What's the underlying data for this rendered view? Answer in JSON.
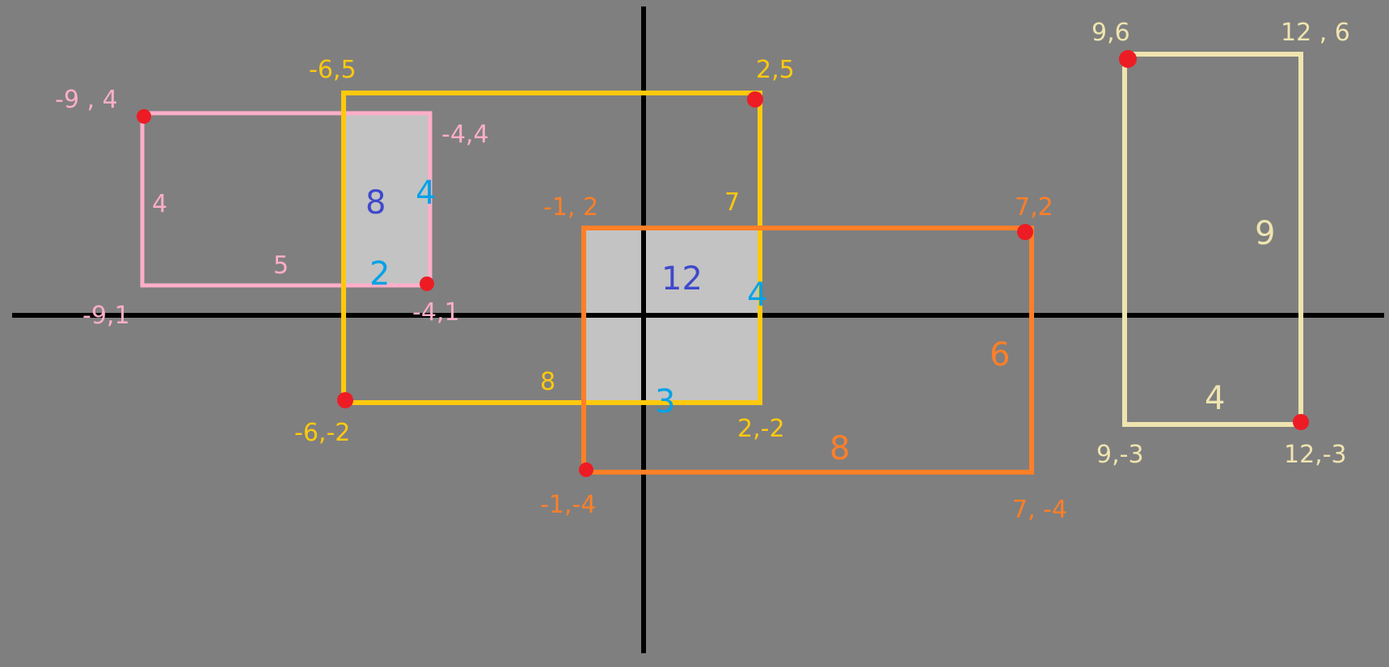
{
  "colors": {
    "background": "#7f7f7f",
    "axes": "#000000",
    "overlap_fill": "#c3c3c3",
    "pink": "#ffaec9",
    "yellow": "#ffc90e",
    "orange": "#ff7f27",
    "cream": "#efe4b0",
    "corner_dot": "#ed1c24",
    "area_blue": "#3f48cc",
    "side_cyan": "#00a2e8"
  },
  "rectangles": [
    {
      "id": "pink",
      "color": "pink",
      "corners": {
        "top_left": "-9 , 4",
        "top_right": "-4,4",
        "bottom_left": "-9,1",
        "bottom_right": "-4,1"
      },
      "side_labels": {
        "left": "4",
        "bottom": "5"
      }
    },
    {
      "id": "yellow",
      "color": "yellow",
      "corners": {
        "top_left": "-6,5",
        "top_right": "2,5",
        "bottom_left": "-6,-2",
        "bottom_right": "2,-2"
      },
      "side_labels": {
        "right": "7",
        "bottom": "8"
      }
    },
    {
      "id": "orange",
      "color": "orange",
      "corners": {
        "top_left": "-1, 2",
        "top_right": "7,2",
        "bottom_left": "-1,-4",
        "bottom_right": "7, -4"
      },
      "side_labels": {
        "right": "6",
        "bottom": "8"
      }
    },
    {
      "id": "cream",
      "color": "cream",
      "corners": {
        "top_left": "9,6",
        "top_right": "12 , 6",
        "bottom_left": "9,-3",
        "bottom_right": "12,-3"
      },
      "side_labels": {
        "right": "9",
        "bottom": "4"
      }
    }
  ],
  "overlaps": [
    {
      "id": "pink-yellow",
      "area": "8",
      "height": "4",
      "width": "2"
    },
    {
      "id": "yellow-orange",
      "area": "12",
      "height": "4",
      "width": "3"
    }
  ]
}
